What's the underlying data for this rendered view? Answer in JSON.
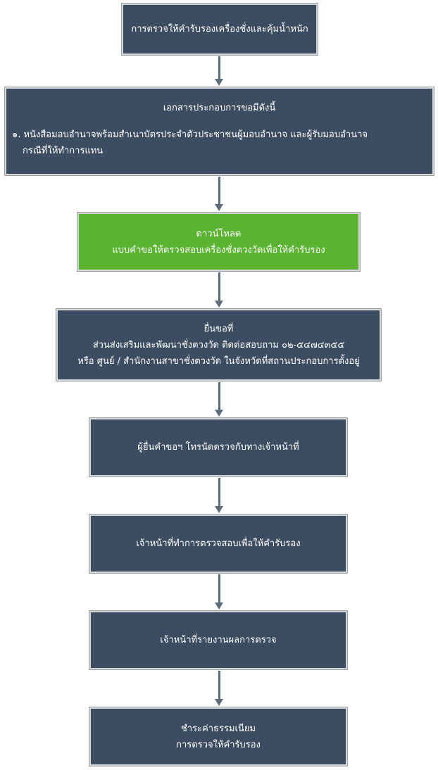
{
  "steps": [
    {
      "lines": [
        "การตรวจให้คำรับรองเครื่องชั่งและคุ้มน้ำหนัก"
      ]
    },
    {
      "title": "เอกสารประกอบการขอมีดังนี้",
      "item_1": "๑. หนังสือมอบอำนาจพร้อมสำเนาบัตรประจำตัวประชาชนผู้มอบอำนาจ และผู้รับมอบอำนาจ",
      "item_1_cont": "กรณีที่ให้ทำการแทน"
    },
    {
      "lines": [
        "ดาวน์โหลด",
        "แบบคำขอให้ตรวจสอบเครื่องชั่งตวงวัดเพื่อให้คำรับรอง"
      ]
    },
    {
      "lines": [
        "ยื่นขอที่",
        "ส่วนส่งเสริมและพัฒนาชั่งตวงวัด  ติดต่อสอบถาม ๐๒-๕๔๗๔๓๕๕",
        "หรือ ศูนย์ / สำนักงานสาขาชั่งตวงวัด ในจังหวัดที่สถานประกอบการตั้งอยู่"
      ]
    },
    {
      "lines": [
        "ผู้ยื่นคำขอฯ โทรนัดตรวจกับทางเจ้าหน้าที่"
      ]
    },
    {
      "lines": [
        "เจ้าหน้าที่ทำการตรวจสอบเพื่อให้คำรับรอง"
      ]
    },
    {
      "lines": [
        "เจ้าหน้าที่รายงานผลการตรวจ"
      ]
    },
    {
      "lines": [
        "ชำระค่าธรรมเนียม",
        "การตรวจให้คำรับรอง"
      ]
    }
  ],
  "colors": {
    "box": "#3d4d61",
    "download_box": "#5bb431",
    "arrow": "#5d6b7b"
  }
}
